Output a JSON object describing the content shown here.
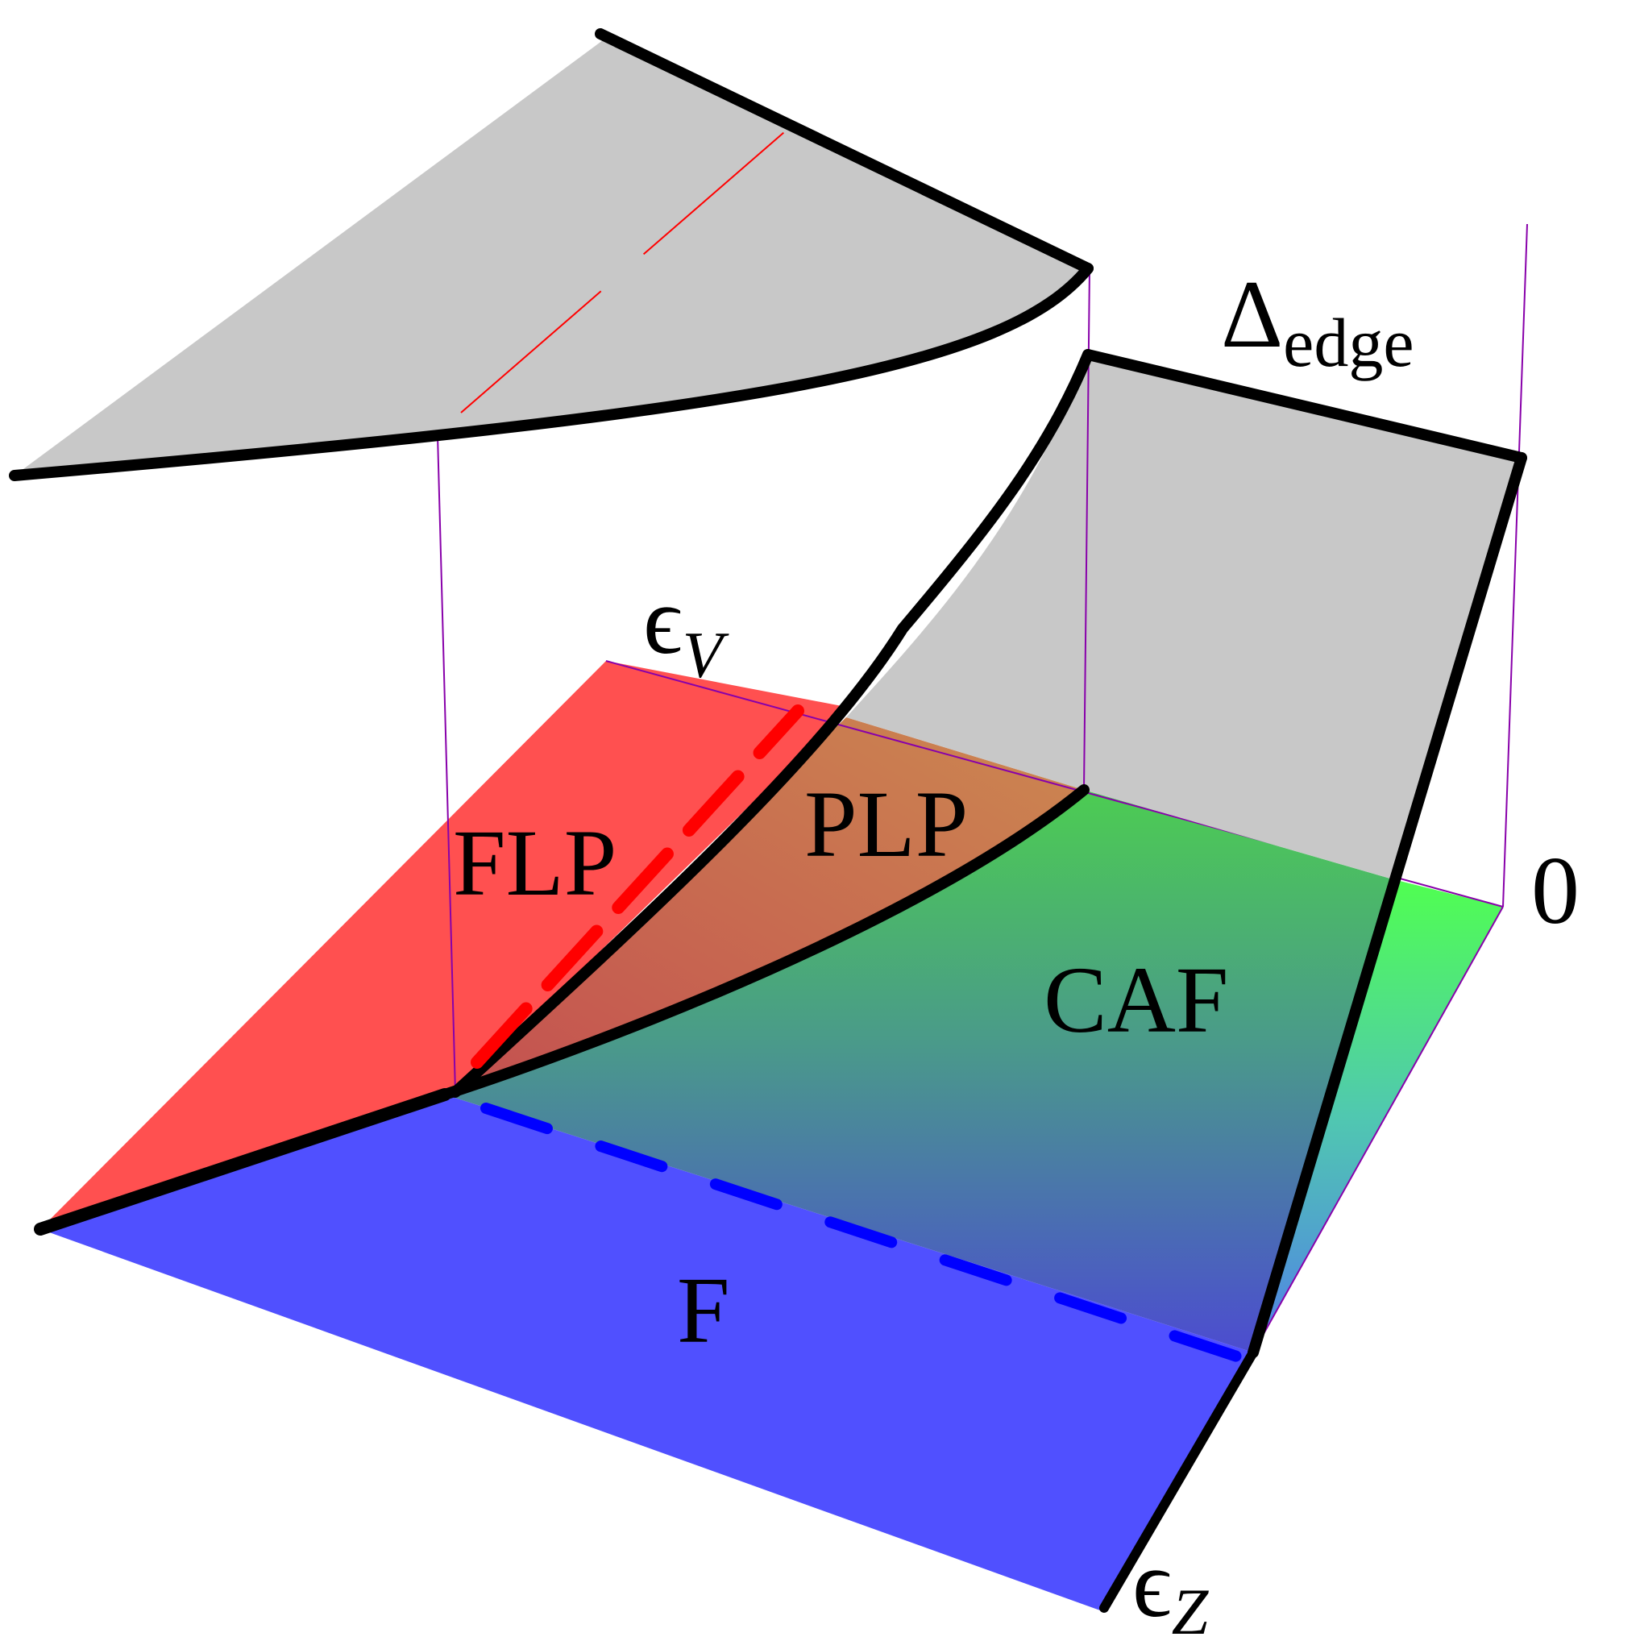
{
  "regions": {
    "flp": "FLP",
    "plp": "PLP",
    "caf": "CAF",
    "f": "F"
  },
  "axes": {
    "ev_symbol": "ϵ",
    "ev_subscript": "V",
    "ez_symbol": "ϵ",
    "ez_subscript": "Z",
    "edge_symbol": "Δ",
    "edge_subscript": "edge",
    "zero_label": "0"
  },
  "colors": {
    "flp": "#ff5050",
    "plp": "#c86050",
    "caf_green": "#50cc50",
    "caf_bright_green": "#50ff50",
    "f": "#5050ff",
    "gap_surface": "#c8c8c8",
    "boundary": "#000000",
    "red_dashed": "#ff0000",
    "blue_dashed": "#0000ff",
    "guide_line": "#8800aa"
  }
}
